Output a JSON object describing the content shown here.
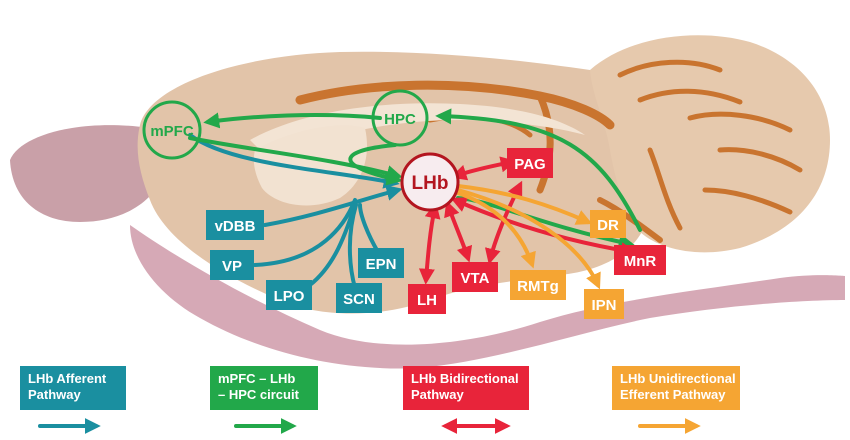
{
  "colors": {
    "afferent": "#1a8fa0",
    "circuit": "#22a84a",
    "bidirectional": "#e8243a",
    "efferent": "#f5a533",
    "lhb_ring": "#b3151f"
  },
  "nodes": {
    "lhb": "LHb",
    "hpc": "HPC",
    "mpfc": "mPFC",
    "vdbb": "vDBB",
    "vp": "VP",
    "lpo": "LPO",
    "scn": "SCN",
    "epn": "EPN",
    "pag": "PAG",
    "vta": "VTA",
    "lh": "LH",
    "rmtg": "RMTg",
    "dr": "DR",
    "ipn": "IPN",
    "mnr": "MnR"
  },
  "legend": {
    "afferent": {
      "line1": "LHb Afferent",
      "line2": "Pathway"
    },
    "circuit": {
      "line1": "mPFC – LHb",
      "line2": "– HPC circuit"
    },
    "bidirectional": {
      "line1": "LHb Bidirectional",
      "line2": "Pathway"
    },
    "efferent": {
      "line1": "LHb Unidirectional",
      "line2": "Efferent Pathway"
    }
  }
}
